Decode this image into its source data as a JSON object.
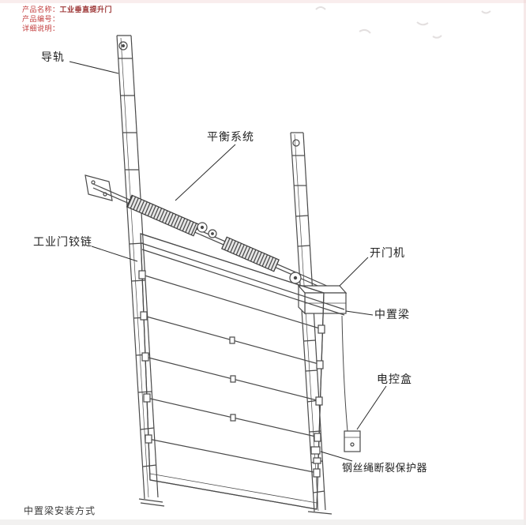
{
  "header": {
    "product_name_label": "产品名称：",
    "product_name_value": "工业垂直提升门",
    "product_code_label": "产品编号：",
    "detail_label": "详细说明："
  },
  "part_labels": {
    "guide_rail": "导轨",
    "balance_system": "平衡系统",
    "door_hinge": "工业门铰链",
    "door_opener": "开门机",
    "middle_beam": "中置梁",
    "control_box": "电控盒",
    "wire_rope_protector": "钢丝绳断裂保护器"
  },
  "footer": {
    "caption": "中置梁安装方式"
  },
  "colors": {
    "header_red": "#c23b3b",
    "label_text": "#222222",
    "drawing_line": "#4a4a4a"
  }
}
